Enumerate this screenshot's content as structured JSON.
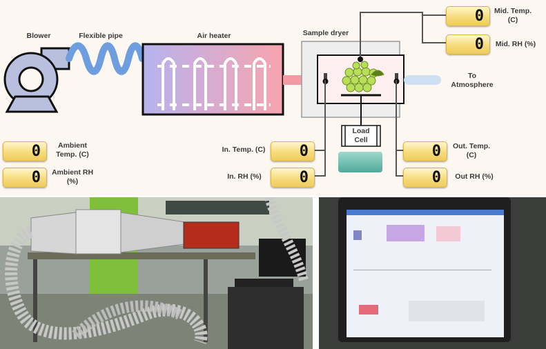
{
  "diagram": {
    "labels": {
      "blower": "Blower",
      "flexible_pipe": "Flexible pipe",
      "air_heater": "Air heater",
      "sample_dryer": "Sample dryer",
      "to_atmosphere": "To\nAtmosphere",
      "load_cell": "Load\nCell"
    },
    "sensors": {
      "mid_temp": {
        "label": "Mid. Temp.\n(C)",
        "value": "0"
      },
      "mid_rh": {
        "label": "Mid. RH (%)",
        "value": "0"
      },
      "ambient_temp": {
        "label": "Ambient\nTemp. (C)",
        "value": "0"
      },
      "ambient_rh": {
        "label": "Ambient RH\n(%)",
        "value": "0"
      },
      "in_temp": {
        "label": "In. Temp. (C)",
        "value": "0"
      },
      "in_rh": {
        "label": "In. RH (%)",
        "value": "0"
      },
      "out_temp": {
        "label": "Out. Temp.\n(C)",
        "value": "0"
      },
      "out_rh": {
        "label": "Out RH (%)",
        "value": "0"
      }
    }
  },
  "colors": {
    "blower": "#b9bfde",
    "pipe": "#6e9ee0",
    "heater_start": "#b7b3ef",
    "heater_end": "#f7a4ae",
    "lcd": "#f7dc7d",
    "load_cell_base": "#5fb7a8",
    "grapes": "#b7df5a"
  },
  "photos": {
    "left": "hardware-setup-photo",
    "right": "monitor-software-photo"
  }
}
